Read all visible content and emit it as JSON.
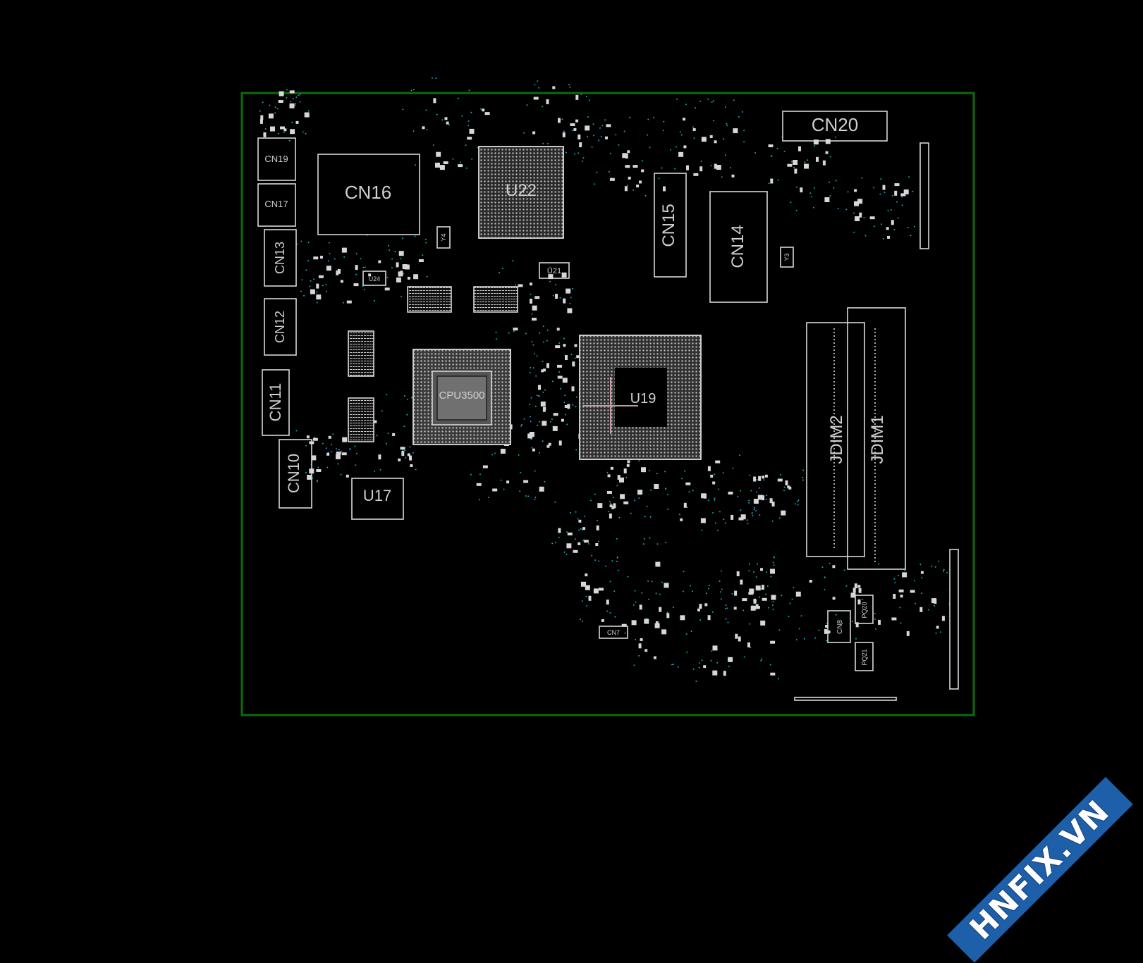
{
  "board": {
    "outline_color": "#0b6b0b",
    "component_color": "#d7d7d7",
    "via_color": "#1fa6b8",
    "connectors": {
      "cn19": "CN19",
      "cn17": "CN17",
      "cn16": "CN16",
      "cn13": "CN13",
      "cn12": "CN12",
      "cn11": "CN11",
      "cn10": "CN10",
      "cn20": "CN20",
      "cn15": "CN15",
      "cn14": "CN14",
      "cn8": "CN8",
      "cn7": "CN7"
    },
    "chips": {
      "u22": "U22",
      "u24": "U24",
      "u21": "U21",
      "cpu": "CPU3500",
      "u17": "U17",
      "u19": "U19",
      "y3": "Y3",
      "y4": "Y4"
    },
    "dimms": {
      "jdim2": "JDIM2",
      "jdim1": "JDIM1"
    },
    "small_parts": {
      "pq20": "PQ20",
      "pq21": "PQ21"
    }
  },
  "watermark": {
    "text": "HNFIX.VN",
    "background": "#1e5faa"
  }
}
